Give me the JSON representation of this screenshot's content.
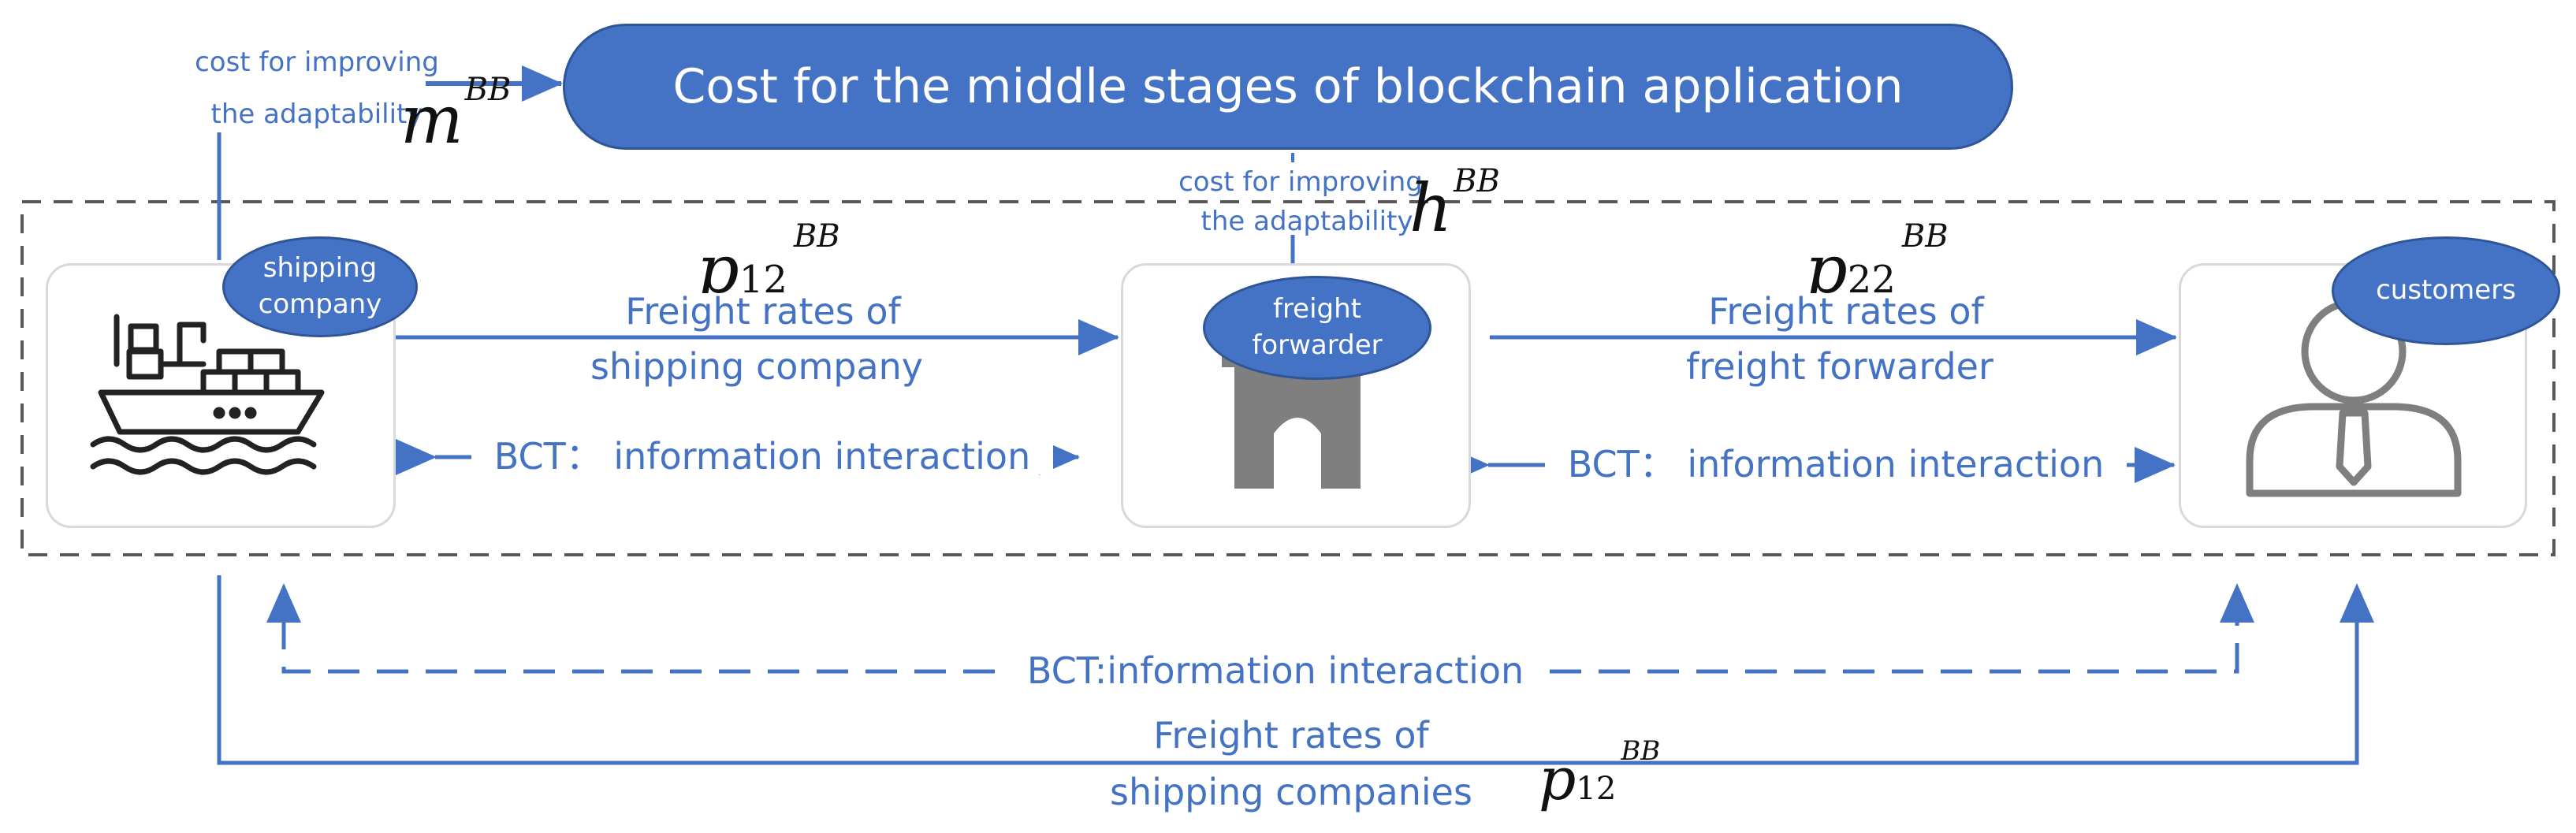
{
  "top_banner": {
    "text": "Cost for the  middle stages of blockchain application"
  },
  "adaptability_left": {
    "line1": "cost for improving",
    "line2": "the adaptability",
    "var_main": "m",
    "var_sup": "BB"
  },
  "adaptability_center": {
    "line1": "cost for improving",
    "line2": "the adaptability",
    "var_main": "h",
    "var_sup": "BB"
  },
  "nodes": {
    "shipping": {
      "line1": "shipping",
      "line2": "company",
      "icon": "cargo-ship-icon"
    },
    "forwarder": {
      "line1": "freight",
      "line2": "forwarder",
      "icon": "warehouse-icon"
    },
    "customers": {
      "label": "customers",
      "icon": "person-icon"
    }
  },
  "flows": {
    "ship_to_fwd_price": {
      "line1": "Freight rates of",
      "line2": "shipping company",
      "var_main": "p",
      "var_sub": "12",
      "var_sup": "BB"
    },
    "ship_fwd_info": {
      "text": "BCT：   information interaction"
    },
    "fwd_to_cust_price": {
      "line1": "Freight rates of",
      "line2": "freight forwarder",
      "var_main": "p",
      "var_sub": "22",
      "var_sup": "BB"
    },
    "fwd_cust_info": {
      "text": "BCT：   information interaction"
    },
    "ship_cust_info": {
      "text": "BCT:information interaction"
    },
    "ship_to_cust_price": {
      "line1": "Freight rates of",
      "line2": "shipping companies",
      "var_main": "p",
      "var_sub": "12",
      "var_sup": "BB"
    }
  },
  "colors": {
    "accent": "#4472c4",
    "accent_dark": "#2f5597",
    "icon_gray": "#7f7f7f",
    "box_border": "#d9d9d9",
    "dash_border": "#595959"
  }
}
